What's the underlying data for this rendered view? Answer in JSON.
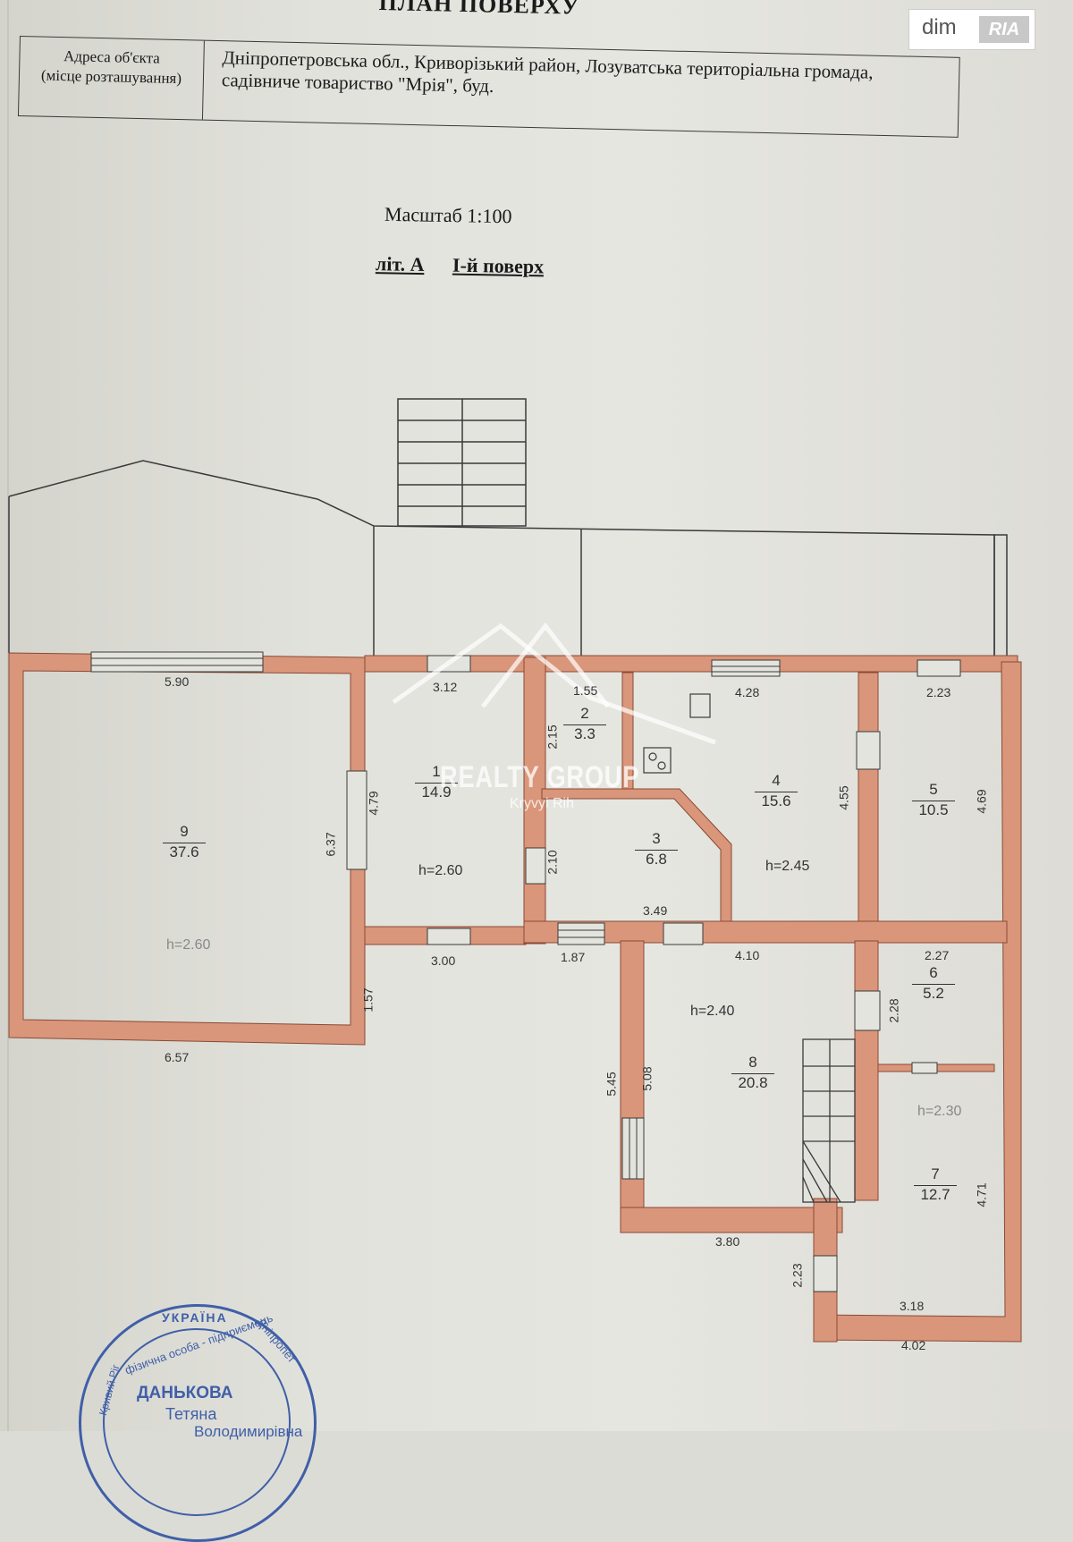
{
  "header": {
    "title": "ПЛАН ПОВЕРХУ"
  },
  "address": {
    "label_line1": "Адреса об'єкта",
    "label_line2": "(місце розташування)",
    "value": "Дніпропетровська обл., Криворізький район, Лозуватська територіальна громада, садівниче товариство \"Мрія\", буд."
  },
  "scale": "Масштаб 1:100",
  "floor": {
    "letter": "літ. А",
    "name": "І-й поверх"
  },
  "logo": {
    "dim": "dim",
    "ria": "RIA"
  },
  "watermark": {
    "brand": "REALTY GROUP",
    "city": "Kryvyi Rih"
  },
  "rooms": [
    {
      "num": "1",
      "area": "14.9"
    },
    {
      "num": "2",
      "area": "3.3"
    },
    {
      "num": "3",
      "area": "6.8"
    },
    {
      "num": "4",
      "area": "15.6"
    },
    {
      "num": "5",
      "area": "10.5"
    },
    {
      "num": "6",
      "area": "5.2"
    },
    {
      "num": "7",
      "area": "12.7"
    },
    {
      "num": "8",
      "area": "20.8"
    },
    {
      "num": "9",
      "area": "37.6"
    }
  ],
  "heights": [
    "h=2.60",
    "h=2.60",
    "h=2.45",
    "h=2.40",
    "h=2.30"
  ],
  "dimensions": [
    "5.90",
    "3.12",
    "1.55",
    "4.28",
    "2.23",
    "4.79",
    "6.37",
    "2.15",
    "2.10",
    "4.55",
    "4.69",
    "3.00",
    "1.87",
    "3.49",
    "4.10",
    "2.27",
    "1.57",
    "6.57",
    "2.28",
    "5.45",
    "5.08",
    "3.80",
    "4.71",
    "2.23",
    "3.18",
    "4.02"
  ],
  "stamp": {
    "country": "УКРАЇНА",
    "type": "фізична особа - підприємець",
    "city_left": "Кривий Ріг",
    "city_right": "Дніпропет",
    "surname": "ДАНЬКОВА",
    "first": "Тетяна",
    "patronymic": "Володимирівна"
  },
  "colors": {
    "wall": "#d9967a",
    "wall_edge": "#8a4a36",
    "line": "#3a3a3a"
  }
}
